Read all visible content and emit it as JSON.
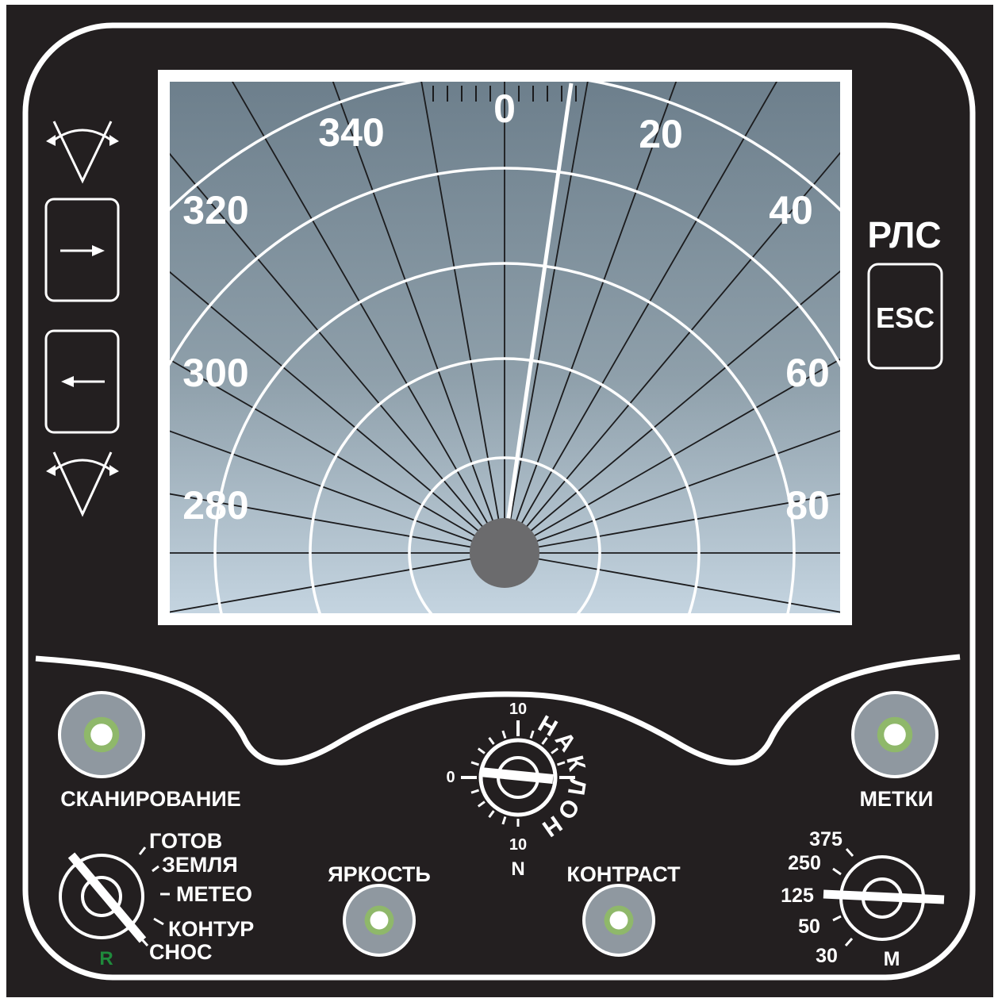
{
  "colors": {
    "panel": "#231f20",
    "bezel": "#ffffff",
    "screen_top": "#6d7f8c",
    "screen_bottom": "#c4d4e0",
    "hub": "#6b6b6d",
    "knob_ring": "#8f98a0",
    "knob_lamp": "#8fb86a",
    "mode_indicator": "#1f8a3c"
  },
  "screen": {
    "bearing_labels": [
      "340",
      "0",
      "20",
      "320",
      "40",
      "300",
      "60",
      "280",
      "80"
    ]
  },
  "left_buttons": {
    "top_icon": "sector-wide-icon",
    "right_arrow_icon": "arrow-right-icon",
    "left_arrow_icon": "arrow-left-icon",
    "bottom_icon": "sector-narrow-icon"
  },
  "right_panel": {
    "title": "РЛС",
    "esc_label": "ESC"
  },
  "controls": {
    "scan_label": "СКАНИРОВАНИЕ",
    "marks_label": "МЕТКИ",
    "brightness_label": "ЯРКОСТЬ",
    "contrast_label": "КОНТРАСТ",
    "tilt": {
      "label": "НАКЛОН",
      "top_value": "10",
      "left_value": "0",
      "bottom_value": "10",
      "bottom_letter": "N"
    },
    "mode": {
      "options": [
        "ГОТОВ",
        "ЗЕМЛЯ",
        "МЕТЕО",
        "КОНТУР",
        "СНОС"
      ],
      "indicator": "R"
    },
    "range": {
      "options": [
        "375",
        "250",
        "125",
        "50",
        "30"
      ],
      "unit": "М"
    }
  }
}
